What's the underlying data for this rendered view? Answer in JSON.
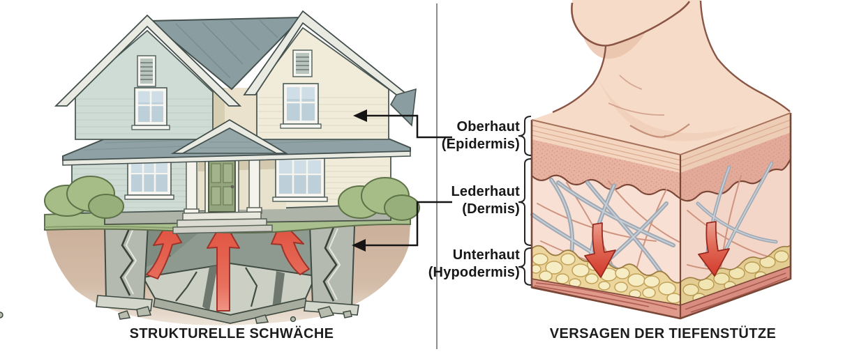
{
  "figure": {
    "type": "comparison-diagram",
    "background": "#ffffff",
    "divider_color": "#8d8d8d"
  },
  "left_panel": {
    "caption": "STRUKTURELLE SCHWÄCHE",
    "subject": "house-with-cracked-foundation",
    "icons": [
      "red-up-arrow",
      "red-up-arrow",
      "red-up-arrow"
    ]
  },
  "right_panel": {
    "caption": "VERSAGEN DER TIEFENSTÜTZE",
    "subject": "skin-cross-section-with-neck",
    "icons": [
      "red-down-arrow",
      "red-down-arrow"
    ]
  },
  "layer_labels": [
    {
      "name": "Oberhaut",
      "sub": "(Epidermis)"
    },
    {
      "name": "Lederhaut",
      "sub": "(Dermis)"
    },
    {
      "name": "Unterhaut",
      "sub": "(Hypodermis)"
    }
  ],
  "pointer_arrows": [
    {
      "icon": "black-left-arrow",
      "target": "house-upper-wall"
    },
    {
      "icon": "black-left-arrow",
      "target": "house-foundation"
    }
  ],
  "colors": {
    "arrow_red": "#e05747",
    "arrow_dark_red": "#97281f",
    "roof_gray": "#8fa1a4",
    "siding_blue": "#cfdcd5",
    "siding_cream": "#f0ecd9",
    "door_green": "#93a57e",
    "grass_green": "#a9bf8e",
    "soil_tan": "#cbb09b",
    "concrete_gray": "#b4bab0",
    "flesh": "#f5dbc8",
    "epidermis_pink": "#e9b3a2",
    "dermis_pink": "#f8e1d4",
    "fat_yellow": "#f7edc4",
    "muscle_red": "#e09a8c",
    "fiber_gray": "#9fa9b4",
    "label_text": "#171717"
  }
}
